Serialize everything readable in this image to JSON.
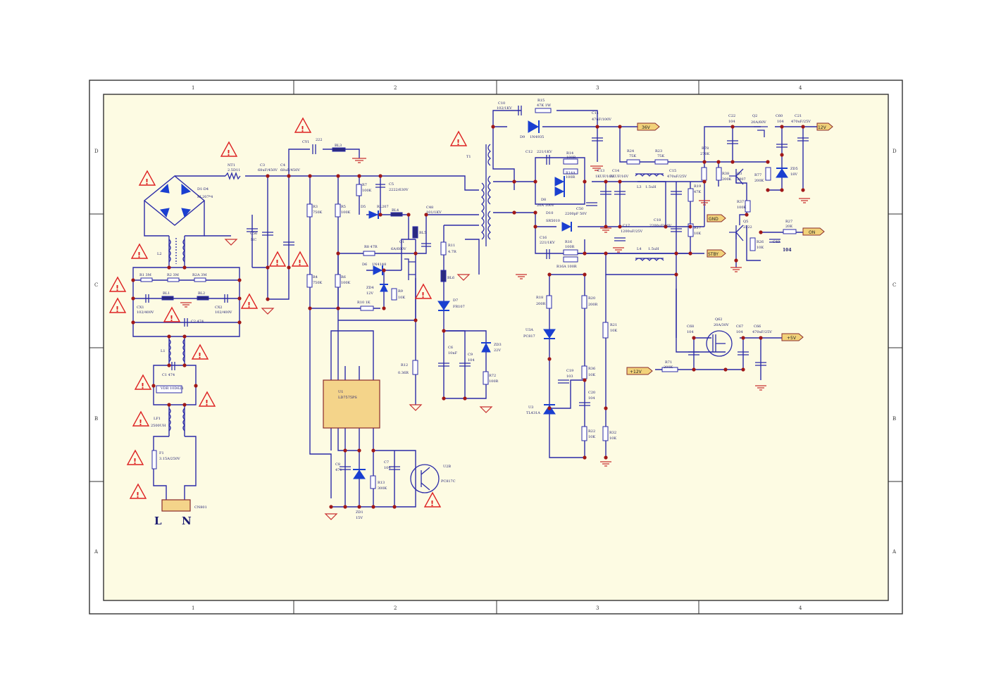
{
  "sheet": {
    "border_color": "#333333",
    "background_color": "#fdfbe3",
    "wire_color": "#2b2ba8",
    "junction_color": "#a01818",
    "warning_color": "#d22222",
    "net_label_fill": "#f2d27a",
    "column_markers": [
      "1",
      "2",
      "3",
      "4"
    ],
    "row_markers": [
      "D",
      "C",
      "B",
      "A"
    ]
  },
  "connector": {
    "ref": "CN801",
    "live": "L",
    "neutral": "N"
  },
  "net_labels": {
    "v36": "36V",
    "v12": "12V",
    "gnd": "GND",
    "stby": "STBY",
    "on": "ON",
    "p12v": "+12V",
    "p5v": "+5V"
  },
  "parts": {
    "cy1": "CY1",
    "cy1_val": "222",
    "bl3": "BL3",
    "nt1": "NT1",
    "nt1_val": "2.5D11",
    "c3": "C3",
    "c3_val": "68uF/450V",
    "c4": "C4",
    "c4_val": "68uF/450V",
    "db": "D1-D4",
    "db_val": "RL207*4",
    "c56": "C56",
    "c56_val": "NC",
    "l2": "L2",
    "r1": "R1 3M",
    "r2": "R2 3M",
    "r2a": "R2A 3M",
    "cx1": "CX1",
    "cx1_val": "102/400V",
    "cx2": "CX2",
    "cx2_val": "102/400V",
    "bl1": "BL1",
    "bl2": "BL2",
    "c2": "C2 474",
    "l1": "L1",
    "c1": "C1 474",
    "vdr": "VDR 10D621",
    "lf1": "LF1",
    "lf1_val": "2500UH",
    "f1": "F1",
    "f1_val": "3.15A/250V",
    "r7": "R7",
    "r7_val": "100K",
    "c5": "C5",
    "c5_val": "2222/630V",
    "d5": "D5",
    "d5_val": "RL207",
    "bl4": "BL4",
    "r3": "R3",
    "r3_val": "750K",
    "r5": "R5",
    "r5_val": "100K",
    "r4": "R4",
    "r4_val": "750K",
    "r6": "R6",
    "r6_val": "100K",
    "r8": "R8 47R",
    "d6": "D6",
    "d6_val": "1N4148",
    "q1": "Q1",
    "q1_val": "6A/600V",
    "zd4": "ZD4",
    "zd4_val": "12V",
    "r9": "R9",
    "r9_val": "10K",
    "r10": "R10 1K",
    "c6": "C6",
    "c6_val": "10nF",
    "c9": "C9",
    "c9_val": "104",
    "zd3": "ZD3",
    "zd3_val": "22V",
    "r72": "R72",
    "r72_val": "100R",
    "r12": "R12",
    "r12_val": "0.36R",
    "r11": "R11",
    "r11_val": "4.7R",
    "bl6": "BL6",
    "bl5": "BL5",
    "d7": "D7",
    "d7_val": "FR107",
    "c48": "C48",
    "c48_val": "101/1KV",
    "u1": "U1",
    "u1_val": "LD7575PS",
    "c8": "C8",
    "c8_val": "471",
    "zd1": "ZD1",
    "zd1_val": "15V",
    "c7": "C7",
    "c7_val": "104",
    "r13": "R13",
    "r13_val": "300K",
    "u2b": "U2B",
    "u2b_val": "PC817C",
    "c10": "C10",
    "c10_val": "102/1KV",
    "r15": "R15",
    "r15_val": "47K 1W",
    "d9": "D9",
    "d9_val": "1N4935",
    "t1": "T1",
    "c12": "C12",
    "c12_val": "221/1KV",
    "r14": "R14",
    "r14_val": "100R",
    "r14a": "R14A",
    "r14a_val": "100R",
    "d8": "D8",
    "d8_val": "20A 100V",
    "c50": "C50",
    "c50_val": "2200pF 50V",
    "d10": "D10",
    "d10_val": "SR5010",
    "c16": "C16",
    "c16_val": "221/1KV",
    "r16": "R16",
    "r16_val": "100R",
    "r16a": "R16A 100R",
    "c11": "C11",
    "c11_val": "47uF/100V",
    "c13": "C13",
    "c13_val": "1KUF/16V",
    "c14": "C14",
    "c14_val": "1KUF/16V",
    "l3": "L3",
    "l3_val": "1.5uH",
    "c15": "C15",
    "c15_val": "470uF/25V",
    "r24": "R24",
    "r24_val": "75K",
    "r23": "R23",
    "r23_val": "75K",
    "c17": "C17",
    "c17_val": "1200uF/25V",
    "c18": "C18",
    "c18_val": "2200uF/10V",
    "l4": "L4",
    "l4_val": "1.5uH",
    "r17": "R17",
    "r17_val": "10K",
    "r19": "R19",
    "r19_val": "47K",
    "r78": "R78",
    "r78_val": "270K",
    "r18": "R18",
    "r18_val": "200R",
    "r20": "R20",
    "r20_val": "200R",
    "u3a": "U3A",
    "u3a_val": "PC817",
    "r21": "R21",
    "r21_val": "10K",
    "c19": "C19",
    "c19_val": "103",
    "r36": "R36",
    "r36_val": "10K",
    "c20": "C20",
    "c20_val": "104",
    "u3": "U3",
    "u3_val": "TL431A",
    "r22": "R22",
    "r22_val": "10K",
    "r32": "R32",
    "r32_val": "10K",
    "c22": "C22",
    "c22_val": "104",
    "q2": "Q2",
    "q2_val": "20A/60V",
    "c60": "C60",
    "c60_val": "104",
    "c21": "C21",
    "c21_val": "470uF/25V",
    "q3": "Q3",
    "q3_val": "2907",
    "r38": "R38",
    "r38_val": "200K",
    "r77": "R77",
    "r77_val": "200K",
    "zd5": "ZD5",
    "zd5_val": "18V",
    "r37": "R37",
    "r37_val": "100K",
    "q5": "Q5",
    "q5_val": "2222",
    "r26": "R26",
    "r26_val": "10K",
    "c49": "C49",
    "c49_val": "104",
    "r27": "R27",
    "r27_val": "20K",
    "q62": "Q62",
    "q62_val": "20A/30V",
    "c68": "C68",
    "c68_val": "104",
    "c67": "C67",
    "c67_val": "104",
    "c66": "C66",
    "c66_val": "470uF/25V",
    "r71": "R71",
    "r71_val": "200K"
  }
}
